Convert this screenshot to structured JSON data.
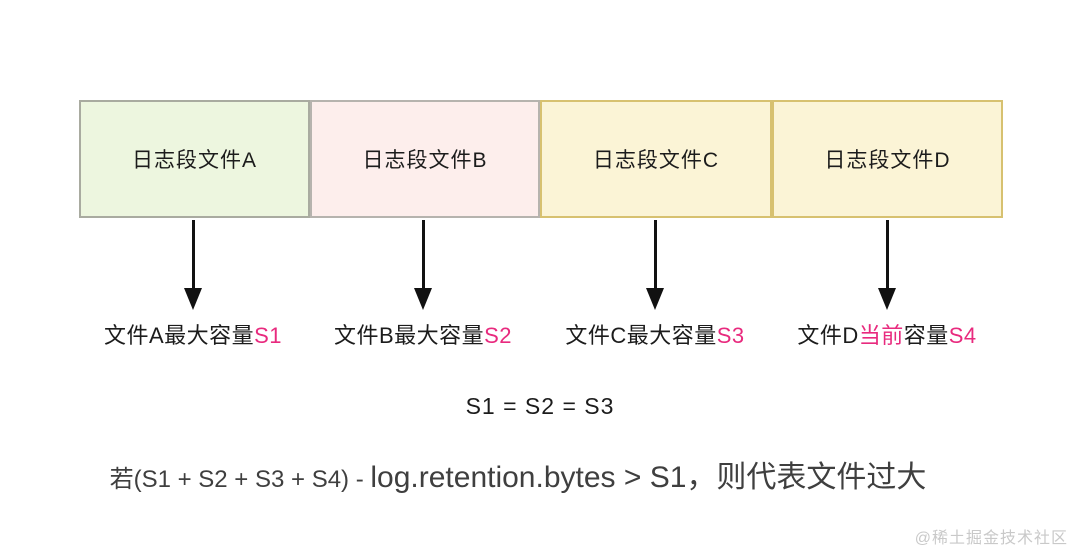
{
  "diagram": {
    "segments": [
      {
        "label": "日志段文件A",
        "bg": "#edf6df",
        "border": "#a9aba0",
        "caption": {
          "black1": "文件A最大容量",
          "pink1": "S1",
          "black2": "",
          "pink2": ""
        }
      },
      {
        "label": "日志段文件B",
        "bg": "#fdeeec",
        "border": "#b6b3ae",
        "caption": {
          "black1": "文件B最大容量",
          "pink1": "S2",
          "black2": "",
          "pink2": ""
        }
      },
      {
        "label": "日志段文件C",
        "bg": "#fbf4d6",
        "border": "#d7c170",
        "caption": {
          "black1": "文件C最大容量",
          "pink1": "S3",
          "black2": "",
          "pink2": ""
        }
      },
      {
        "label": "日志段文件D",
        "bg": "#fbf4d6",
        "border": "#d7c170",
        "caption": {
          "black1": "文件D",
          "pink1": "当前",
          "black2": "容量",
          "pink2": "S4"
        }
      }
    ],
    "equation": "S1 = S2 = S3",
    "formula": {
      "small": "若(S1 + S2 + S3 + S4) - ",
      "large": "log.retention.bytes > S1，则代表文件过大"
    },
    "watermark": "@稀土掘金技术社区",
    "colors": {
      "highlight_pink": "#e82a7e",
      "label_text": "#1c1c1c",
      "formula_text": "#3f3f3f",
      "watermark_text": "#c9c9c9"
    }
  }
}
